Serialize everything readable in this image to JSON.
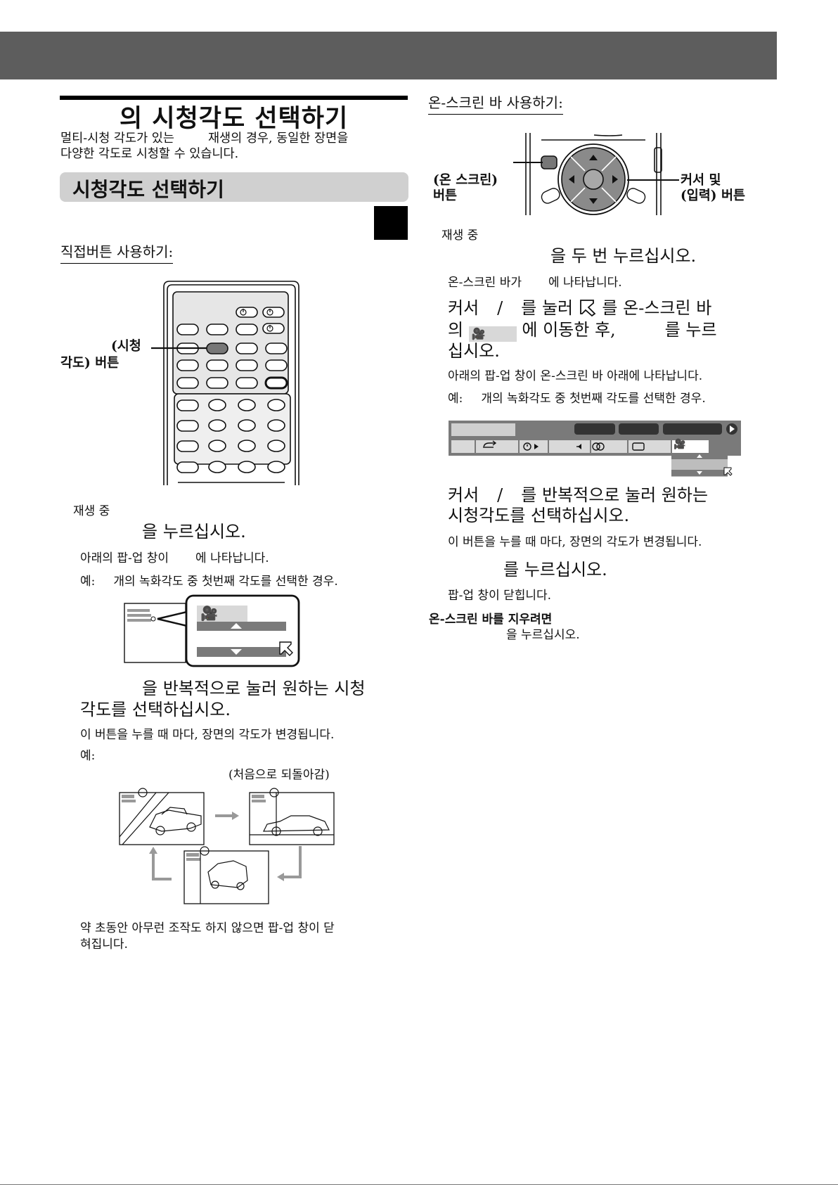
{
  "page": {
    "title": "의 시청각도 선택하기",
    "intro": [
      "멀티-시청 각도가 있는",
      "재생의 경우, 동일한 장면을",
      "다양한 각도로 시청할 수 있습니다."
    ],
    "section_heading": "시청각도 선택하기"
  },
  "left": {
    "direct_subheading": "직접버튼 사용하기:",
    "remote_callout_line1": "(시청",
    "remote_callout_line2": "각도) 버튼",
    "during_playback": "재생 중",
    "step1": "을 누르십시오.",
    "step1_note": "아래의 팝-업 창이",
    "step1_note_b": "에 나타납니다.",
    "example_prefix": "예:",
    "example_text": "개의 녹화각도 중 첫번째 각도를 선택한 경우.",
    "step2_line1": "을 반복적으로 눌러 원하는 시청",
    "step2_line2": "각도를 선택하십시오.",
    "step2_note": "이 버튼을 누를 때 마다, 장면의 각도가 변경됩니다.",
    "step2_example": "예:",
    "cycle_back": "(처음으로 되돌아감)",
    "timeout_line1": "약 초동안 아무런 조작도 하지 않으면 팝-업 창이 닫",
    "timeout_line2": "혀집니다."
  },
  "right": {
    "onscreen_subheading": "온-스크린 바 사용하기:",
    "callout_left_line1": "(온 스크린)",
    "callout_left_line2": "버튼",
    "callout_right_line1": "커서 및",
    "callout_right_line2": "(입력) 버튼",
    "during_playback": "재생 중",
    "step1": "을 두 번 누르십시오.",
    "step1_note": "온-스크린 바가",
    "step1_note_b": "에 나타납니다.",
    "step2_a": "커서",
    "step2_b": "/",
    "step2_c": "를 눌러",
    "step2_d": "를 온-스크린 바",
    "step2_e": "의",
    "step2_f": "에 이동한 후,",
    "step2_g": "를 누르",
    "step2_h": "십시오.",
    "step2_note": "아래의 팝-업 창이 온-스크린 바 아래에 나타납니다.",
    "example_prefix": "예:",
    "example_text": "개의 녹화각도 중 첫번째 각도를 선택한 경우.",
    "step3_a": "커서",
    "step3_b": "/",
    "step3_c": "를 반복적으로 눌러 원하는",
    "step3_d": "시청각도를 선택하십시오.",
    "step3_note": "이 버튼을 누를 때 마다, 장면의 각도가 변경됩니다.",
    "step4": "를 누르십시오.",
    "step4_note": "팝-업 창이 닫힙니다.",
    "clear_heading": "온-스크린 바를 지우려면",
    "clear_text": "을 누르십시오."
  },
  "icons": {
    "camera": "camera-angle-icon",
    "pointer": "arrow-pointer-icon",
    "triangle_up": "triangle-up-icon",
    "triangle_down": "triangle-down-icon"
  },
  "colors": {
    "header_bar": "#5d5d5d",
    "section_box": "#d0d0d0",
    "popup_gray": "#7a7a7a"
  }
}
